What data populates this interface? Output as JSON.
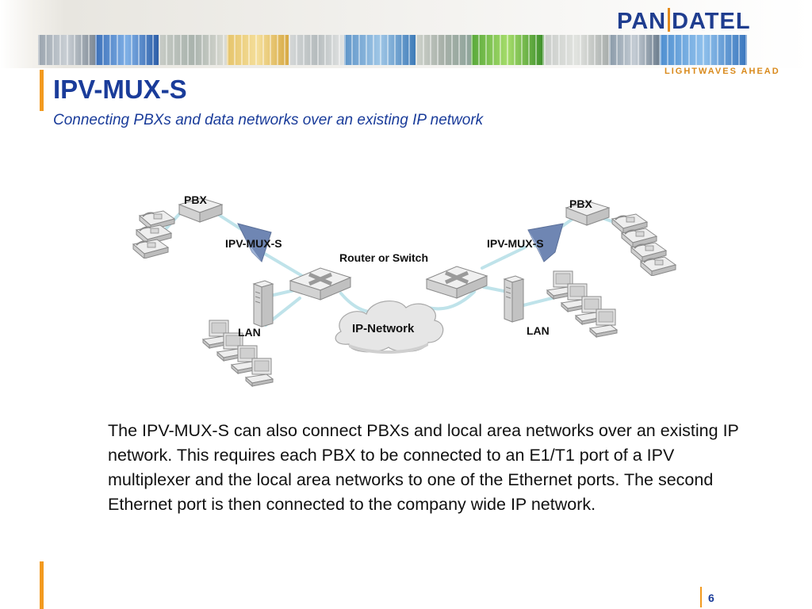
{
  "header": {
    "logo_text_left": "PAN",
    "logo_text_right": "DATEL",
    "tagline": "LIGHTWAVES AHEAD",
    "title": "IPV-MUX-S",
    "subtitle": "Connecting PBXs and data networks over an existing IP network"
  },
  "diagram": {
    "labels": {
      "pbx_left": "PBX",
      "pbx_right": "PBX",
      "mux_left": "IPV-MUX-S",
      "mux_right": "IPV-MUX-S",
      "router": "Router or Switch",
      "lan_left": "LAN",
      "lan_right": "LAN",
      "ip_network": "IP-Network"
    }
  },
  "body_text": "The IPV-MUX-S can also connect PBXs and local area networks over an existing IP network. This requires each PBX to be connected to an E1/T1 port of a IPV multiplexer and the local area networks to one of the Ethernet ports. The second Ethernet port is then connected to the company wide IP network.",
  "footer": {
    "page_number": "6"
  },
  "colors": {
    "brand_blue": "#1a3c9a",
    "accent_orange": "#f29a1f",
    "link_cyan": "#bfe3ea",
    "device_gray": "#dcdcdc",
    "mux_blue": "#6f86b3"
  }
}
